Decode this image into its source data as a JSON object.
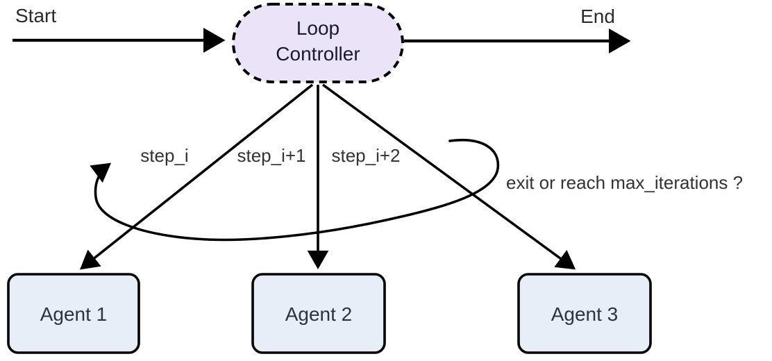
{
  "diagram": {
    "labels": {
      "start": "Start",
      "end": "End"
    },
    "loop_node": {
      "line1": "Loop",
      "line2": "Controller"
    },
    "edge_labels": {
      "step_i": "step_i",
      "step_i_plus_1": "step_i+1",
      "step_i_plus_2": "step_i+2"
    },
    "loop_annotation": "exit or reach max_iterations ?",
    "agents": [
      {
        "label": "Agent 1"
      },
      {
        "label": "Agent 2"
      },
      {
        "label": "Agent 3"
      }
    ],
    "colors": {
      "loop_node_fill": "#ebe3f8",
      "agent_node_fill": "#e8eef7",
      "edge_color": "#000000",
      "loop_node_text": "#1a1a2e",
      "agent_text": "#2b3342",
      "label_text": "#333333"
    }
  }
}
